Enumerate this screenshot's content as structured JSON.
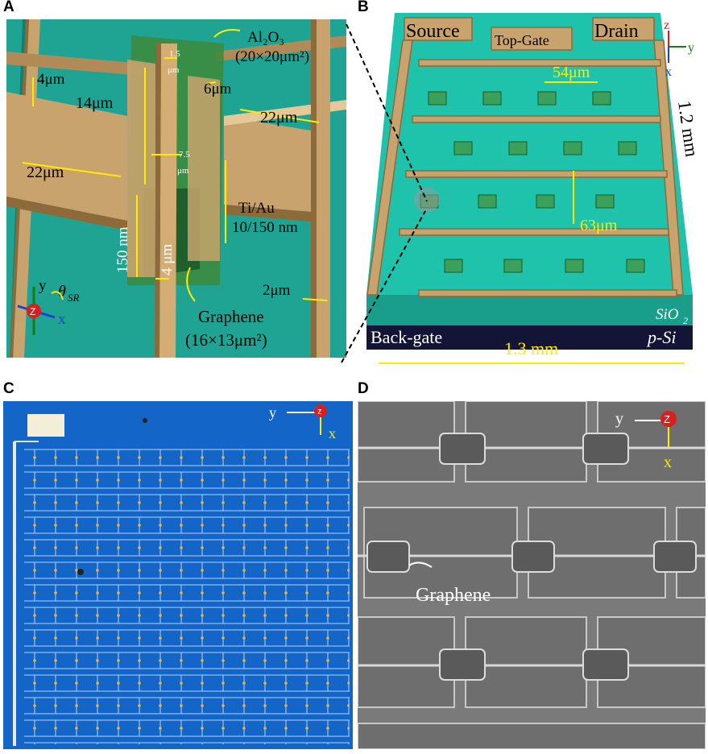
{
  "panels": {
    "A": {
      "letter": "A",
      "labels": {
        "al2o3": "Al₂O₃",
        "al2o3_size": "(20×20μm²)",
        "w4": "4μm",
        "w14": "14μm",
        "w6": "6μm",
        "w1_5a": "1.5",
        "w1_5b": "μm",
        "w22_top": "22μm",
        "w22_left": "22μm",
        "w7_5a": "7.5",
        "w7_5b": "μm",
        "tiau_a": "Ti/Au",
        "tiau_b": "10/150 nm",
        "nm150": "150 nm",
        "w4_vert": "4 μm",
        "w2": "2μm",
        "graphene": "Graphene",
        "graphene_size": "(16×13μm²)",
        "axis_y": "y",
        "axis_x": "x",
        "axis_z": "Z",
        "theta": "θ",
        "theta_sub": "SR"
      }
    },
    "B": {
      "letter": "B",
      "labels": {
        "source": "Source",
        "topgate": "Top-Gate",
        "drain": "Drain",
        "w54": "54μm",
        "w63": "63μm",
        "mm12": "1.2 mm",
        "mm13": "1.3 mm",
        "sio2": "SiO",
        "sio2_sub": "2",
        "backgate": "Back-gate",
        "psi": "p-Si",
        "axis_z": "z",
        "axis_y": "y",
        "axis_x": "x"
      }
    },
    "C": {
      "letter": "C",
      "labels": {
        "axis_y": "y",
        "axis_z": "z",
        "axis_x": "x"
      }
    },
    "D": {
      "letter": "D",
      "labels": {
        "graphene": "Graphene",
        "axis_y": "y",
        "axis_z": "Z",
        "axis_x": "x"
      }
    }
  },
  "colors": {
    "teal": "#1fa494",
    "tealDark": "#0f6f63",
    "gold": "#c9a36d",
    "goldDark": "#8c6a3a",
    "goldLight": "#e6c898",
    "greenFilm": "#4a8f3c",
    "yellow": "#ffea00",
    "navy": "#141436",
    "chipBlue": "#1465c8"
  }
}
